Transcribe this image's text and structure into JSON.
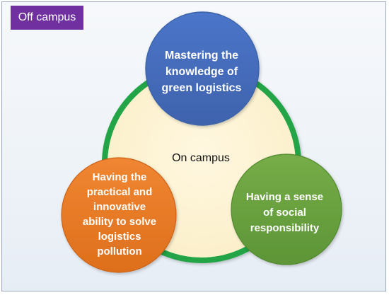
{
  "diagram": {
    "corner_label": "Off campus",
    "center_label": "On campus",
    "circles": {
      "top": "Mastering the\nknowledge of\ngreen logistics",
      "left": "Having the\npractical and\ninnovative\nability to solve\nlogistics\npollution",
      "right": "Having a sense\nof social\nresponsibility"
    }
  }
}
